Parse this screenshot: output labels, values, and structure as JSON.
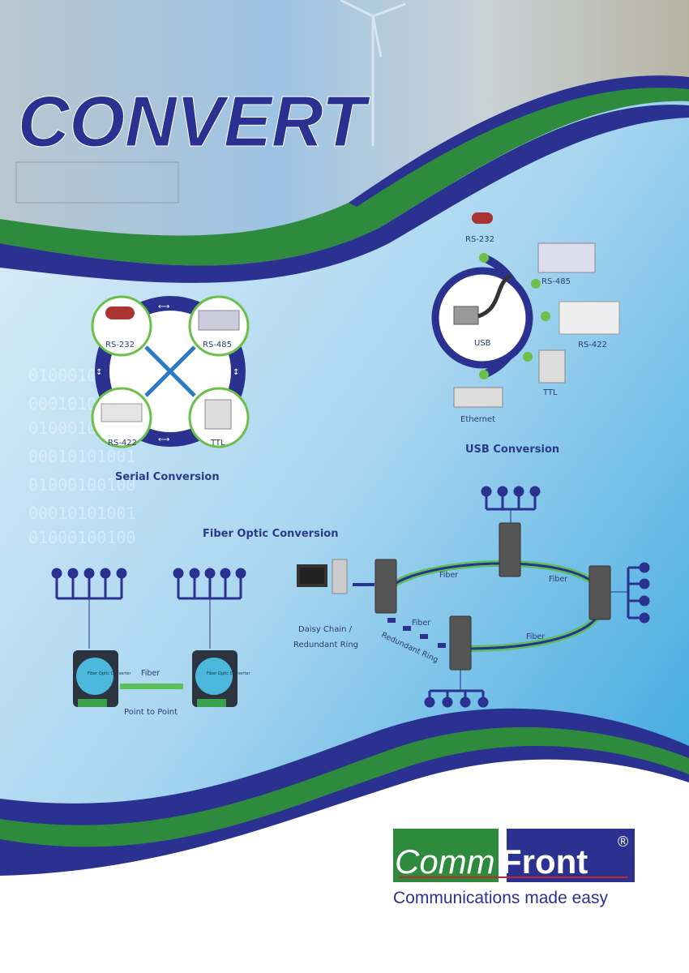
{
  "headline": "CONVERT",
  "colors": {
    "navy": "#2a3190",
    "green": "#2e8b3e",
    "light_blue": "#3aa6dc",
    "node_green": "#6cc04a"
  },
  "serial": {
    "title": "Serial Conversion",
    "nodes": [
      "RS-232",
      "RS-485",
      "RS-422",
      "TTL"
    ]
  },
  "usb": {
    "title": "USB Conversion",
    "center": "USB",
    "nodes": [
      "RS-232",
      "RS-485",
      "RS-422",
      "TTL",
      "Ethernet"
    ]
  },
  "fiber": {
    "title": "Fiber Optic Conversion",
    "p2p": {
      "link_label": "Fiber",
      "caption": "Point to Point",
      "device_text": "Fiber Optic Converter"
    },
    "ring": {
      "link_labels": [
        "Fiber",
        "Fiber",
        "Fiber",
        "Fiber"
      ],
      "caption_line1": "Daisy Chain /",
      "caption_line2": "Redundant Ring",
      "redundant_label": "Redundant Ring"
    }
  },
  "logo": {
    "part1": "Comm",
    "part2": "Front",
    "registered": "®",
    "tagline": "Communications made easy"
  }
}
